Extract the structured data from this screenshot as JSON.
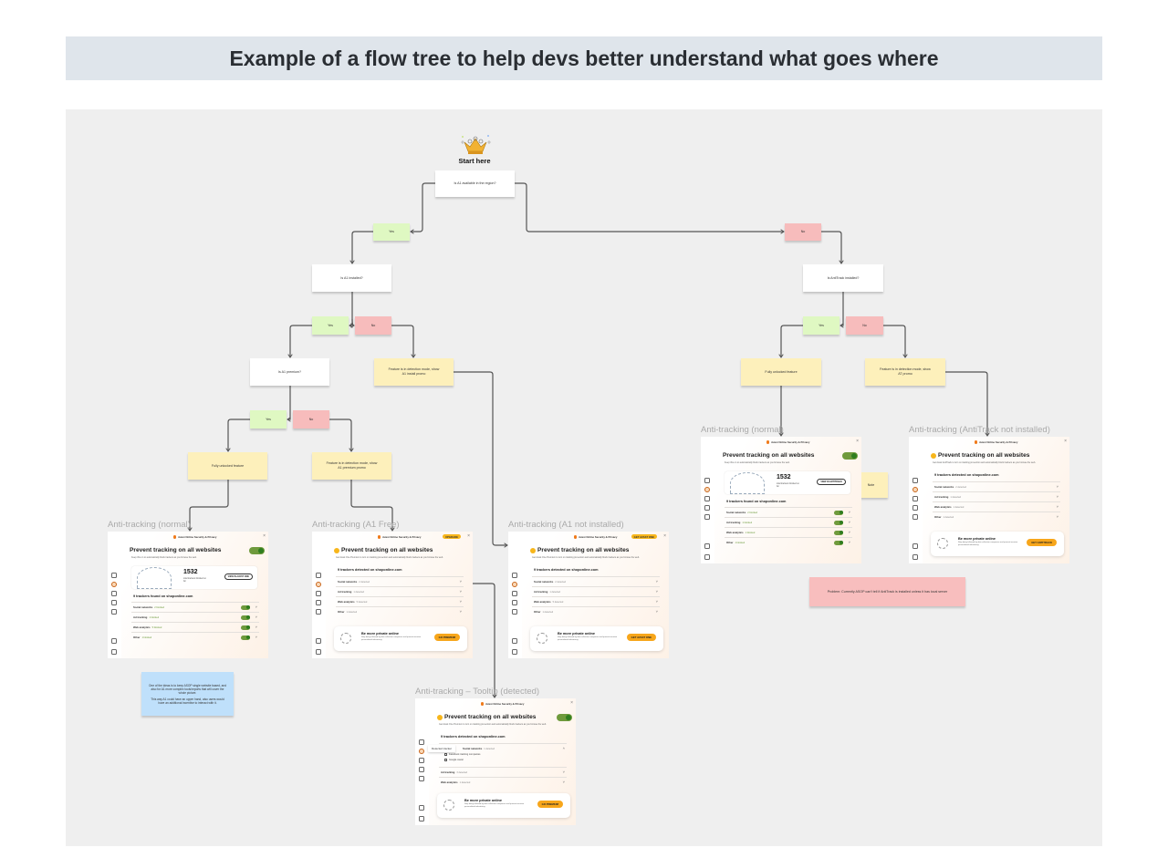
{
  "title": "Example of a flow tree to help devs better understand what goes where",
  "start_label": "Start here",
  "nodes": {
    "q_region": "Is A1 available in the region?",
    "yes_region": "Yes",
    "no_region": "No",
    "q_a1_installed": "Is A1 installed?",
    "yes_a1_installed": "Yes",
    "no_a1_installed": "No",
    "q_a1_premium": "Is A1 premium?",
    "res_a1_install_promo": "Feature is in detection mode, show A1 install promo",
    "yes_a1_premium": "Yes",
    "no_a1_premium": "No",
    "res_a1_unlocked": "Fully unlocked feature",
    "res_a1_premium_promo": "Feature is in detection mode, show A1 premium promo",
    "q_at_installed": "Is AntiTrack installed?",
    "yes_at_installed": "Yes",
    "no_at_installed": "No",
    "res_at_unlocked": "Fully unlocked feature",
    "res_at_promo": "Feature is in detection mode, show AT promo",
    "note": "Note",
    "problem": "Problem: Currently ASOP can't tell if AntiTrack is installed unless it has local server",
    "idea_note_1": "One of the ideas is to keep ASOP single website based, and also for A1 more complex tools/reports that will cover the whole picture.",
    "idea_note_2": "This way A1 could have an upper hand, also users would have an additional incentive to interact with it."
  },
  "colors": {
    "question": "#ffffff",
    "yes": "#dff8c2",
    "no": "#f7bcbc",
    "result": "#fdf0bb",
    "note_blue": "#bfe0fb",
    "problem": "#f8bebe",
    "toggle_on": "#6f9a3c",
    "accent": "#f7b61b"
  },
  "screens": [
    {
      "label": "Anti-tracking (normal)",
      "app_title": "Avast Online Security & Privacy",
      "heading": "Prevent tracking on all websites",
      "toggle_on": true,
      "lock": false,
      "desc": "Keep this on to automatically block trackers as you browse the web.",
      "stats": {
        "count": "1532",
        "caption": "total trackers blocked so far",
        "button": "VIEW IN AVAST ONE"
      },
      "found": "9 trackers found on shoponline.com",
      "rows": [
        {
          "name": "Social networks",
          "count": "2 blocked"
        },
        {
          "name": "Ad tracking",
          "count": "1 blocked"
        },
        {
          "name": "Web analytics",
          "count": "5 blocked"
        },
        {
          "name": "Other",
          "count": "1 blocked"
        }
      ]
    },
    {
      "label": "Anti-tracking (A1 Free)",
      "app_title": "Avast Online Security & Privacy",
      "badge": "UPGRADE",
      "heading": "Prevent tracking on all websites",
      "toggle_on": false,
      "lock": true,
      "desc": "Get Avast One Premium to turn on tracking prevention and automatically block trackers as you browse the web.",
      "found": "9 trackers detected on shoponline.com",
      "rows": [
        {
          "name": "Social networks",
          "count": "2 detected"
        },
        {
          "name": "Ad tracking",
          "count": "1 detected"
        },
        {
          "name": "Web analytics",
          "count": "5 detected"
        },
        {
          "name": "Other",
          "count": "1 detected"
        }
      ],
      "promo": {
        "title": "Be more private online",
        "text": "Stop being followed by data collection companies and prevent invasive personalized advertising.",
        "button": "GO PREMIUM"
      }
    },
    {
      "label": "Anti-tracking (A1 not installed)",
      "app_title": "Avast Online Security & Privacy",
      "badge": "GET AVAST ONE",
      "heading": "Prevent tracking on all websites",
      "toggle_on": false,
      "lock": true,
      "desc": "Get Avast One Premium to turn on tracking prevention and automatically block trackers as you browse the web.",
      "found": "9 trackers detected on shoponline.com",
      "rows": [
        {
          "name": "Social networks",
          "count": "2 detected"
        },
        {
          "name": "Ad tracking",
          "count": "1 detected"
        },
        {
          "name": "Web analytics",
          "count": "5 detected"
        },
        {
          "name": "Other",
          "count": "1 detected"
        }
      ],
      "promo": {
        "title": "Be more private online",
        "text": "Stop being followed by data collection companies and prevent invasive personalized advertising.",
        "button": "GET AVAST ONE"
      }
    },
    {
      "label": "Anti-tracking (normal)",
      "app_title": "Avast Online Security & Privacy",
      "heading": "Prevent tracking on all websites",
      "toggle_on": true,
      "lock": false,
      "desc": "Keep this on to automatically block trackers as you browse the web.",
      "stats": {
        "count": "1532",
        "caption": "total trackers blocked so far",
        "button": "VIEW IN ANTITRACK"
      },
      "found": "9 trackers found on shoponline.com",
      "rows": [
        {
          "name": "Social networks",
          "count": "2 blocked"
        },
        {
          "name": "Ad tracking",
          "count": "1 blocked"
        },
        {
          "name": "Web analytics",
          "count": "1 blocked"
        },
        {
          "name": "Other",
          "count": "1 blocked"
        }
      ]
    },
    {
      "label": "Anti-tracking (AntiTrack not installed)",
      "app_title": "Avast Online Security & Privacy",
      "heading": "Prevent tracking on all websites",
      "toggle_on": false,
      "lock": true,
      "desc": "Get Avast AntiTrack to turn on tracking prevention and automatically block trackers as you browse the web.",
      "found": "9 trackers detected on shoponline.com",
      "rows": [
        {
          "name": "Social networks",
          "count": "2 detected"
        },
        {
          "name": "Ad tracking",
          "count": "1 detected"
        },
        {
          "name": "Web analytics",
          "count": "1 detected"
        },
        {
          "name": "Other",
          "count": "1 detected"
        }
      ],
      "promo": {
        "title": "Be more private online",
        "text": "Stop being followed by data collection companies and prevent invasive personalized advertising.",
        "button": "GET ANTITRACK"
      }
    },
    {
      "label": "Anti-tracking – Tooltip (detected)",
      "app_title": "Avast Online Security & Privacy",
      "heading": "Prevent tracking on all websites",
      "toggle_on": true,
      "lock": true,
      "desc": "Get Avast One Premium to turn on tracking prevention and automatically block trackers as you browse the web.",
      "found": "9 trackers detected on shoponline.com",
      "tooltip": "Detected tracker",
      "rows": [
        {
          "name": "Social networks",
          "count": "1 detected",
          "expanded": true,
          "items": [
            "Facebook tracking companies",
            "Google cavier"
          ]
        },
        {
          "name": "Ad tracking",
          "count": "3 detected"
        },
        {
          "name": "Web analytics",
          "count": "1 detected"
        }
      ],
      "promo": {
        "title": "Be more private online",
        "text": "Stop being followed by data collection companies and prevent invasive personalized advertising.",
        "button": "GO PREMIUM"
      }
    }
  ]
}
